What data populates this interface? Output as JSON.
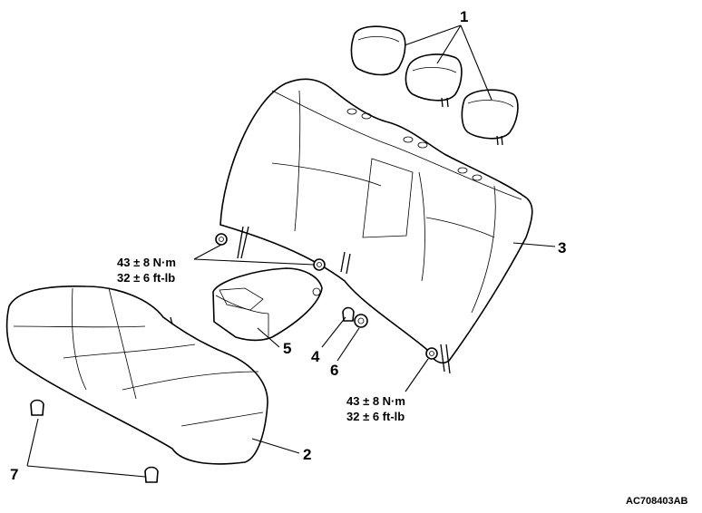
{
  "callouts": {
    "c1": "1",
    "c2": "2",
    "c3": "3",
    "c4": "4",
    "c5": "5",
    "c6": "6",
    "c7": "7"
  },
  "torque_upper": {
    "metric": "43 ± 8 N·m",
    "imperial": "32 ± 6 ft-lb"
  },
  "torque_lower": {
    "metric": "43 ± 8 N·m",
    "imperial": "32 ± 6 ft-lb"
  },
  "document_id": "AC708403AB"
}
